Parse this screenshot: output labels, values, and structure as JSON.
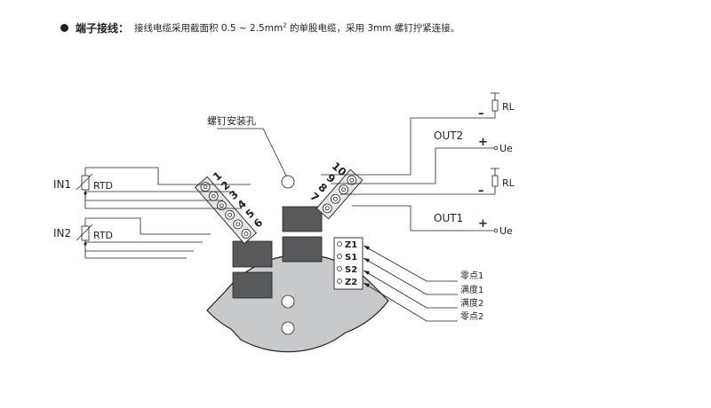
{
  "header": {
    "title": "端子接线：",
    "desc_before": "接线电缆采用截面积 0.5 ~ 2.5mm",
    "desc_sup": "2",
    "desc_after": " 的单股电缆，采用 3mm 螺钉拧紧连接。"
  },
  "labels": {
    "mount_hole": "螺钉安装孔",
    "in1": "IN1",
    "in2": "IN2",
    "rtd": "RTD",
    "out1": "OUT1",
    "out2": "OUT2",
    "rl": "RL",
    "ue": "Ue",
    "minus": "–",
    "plus": "+"
  },
  "terminals_left": [
    "1",
    "2",
    "3",
    "4",
    "5",
    "6"
  ],
  "terminals_right": [
    "10",
    "9",
    "8",
    "7"
  ],
  "pots": [
    "Z1",
    "S1",
    "S2",
    "Z2"
  ],
  "callouts": [
    "零点1",
    "满度1",
    "满度2",
    "零点2"
  ]
}
